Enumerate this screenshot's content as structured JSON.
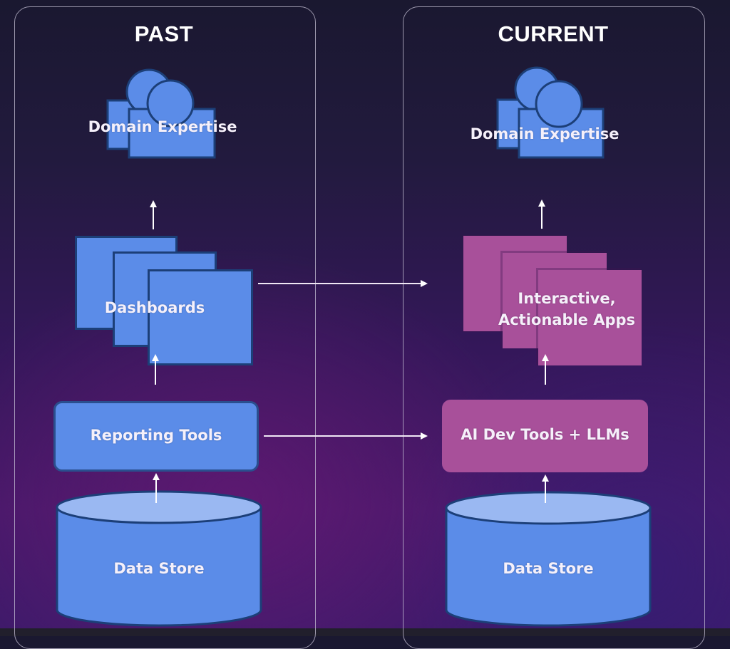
{
  "diagram": {
    "past": {
      "title": "PAST",
      "nodes": {
        "domain_expertise": "Domain Expertise",
        "dashboards": "Dashboards",
        "reporting_tools": "Reporting Tools",
        "data_store": "Data Store"
      }
    },
    "current": {
      "title": "CURRENT",
      "nodes": {
        "domain_expertise": "Domain Expertise",
        "apps_line1": "Interactive,",
        "apps_line2": "Actionable Apps",
        "ai_tools": "AI Dev Tools + LLMs",
        "data_store": "Data Store"
      }
    },
    "connections": [
      {
        "from": "Data Store",
        "to": "Reporting Tools",
        "column": "past"
      },
      {
        "from": "Reporting Tools",
        "to": "Dashboards",
        "column": "past"
      },
      {
        "from": "Dashboards",
        "to": "Domain Expertise",
        "column": "past"
      },
      {
        "from": "Data Store",
        "to": "AI Dev Tools + LLMs",
        "column": "current"
      },
      {
        "from": "AI Dev Tools + LLMs",
        "to": "Interactive, Actionable Apps",
        "column": "current"
      },
      {
        "from": "Interactive, Actionable Apps",
        "to": "Domain Expertise",
        "column": "current"
      },
      {
        "from": "Dashboards",
        "to": "Interactive, Actionable Apps",
        "column": "cross"
      },
      {
        "from": "Reporting Tools",
        "to": "AI Dev Tools + LLMs",
        "column": "cross"
      }
    ],
    "colors": {
      "past_node": "#5b8ce8",
      "current_node": "#a8509a",
      "arrow": "#ffffff"
    }
  }
}
